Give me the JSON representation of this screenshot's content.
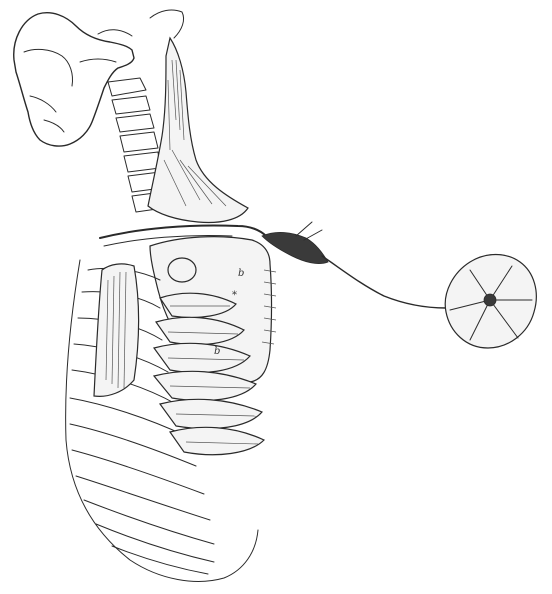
{
  "figure": {
    "labels": [
      {
        "key": "scapula-mark",
        "text": "b"
      },
      {
        "key": "serratus-mark",
        "text": "b"
      },
      {
        "key": "star-mark",
        "text": "*"
      }
    ]
  }
}
